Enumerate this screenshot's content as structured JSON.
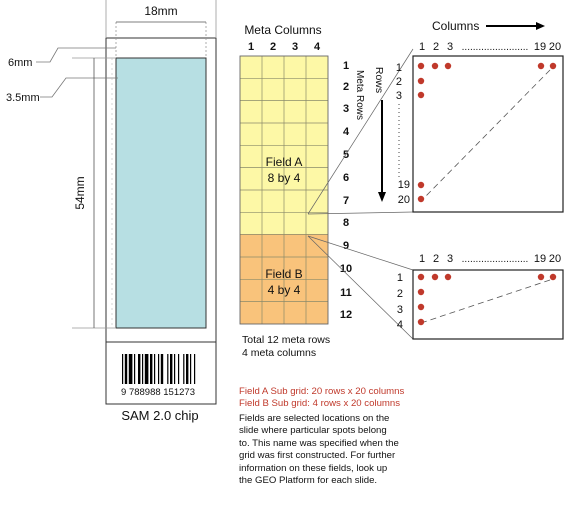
{
  "chip": {
    "width_label": "18mm",
    "top_margin_label": "6mm",
    "side_margin_label": "3.5mm",
    "height_label": "54mm",
    "barcode_text": "9 788988 151273",
    "chip_label": "SAM 2.0 chip"
  },
  "meta_grid": {
    "title": "Meta Columns",
    "column_labels": [
      "1",
      "2",
      "3",
      "4"
    ],
    "row_labels": [
      "1",
      "2",
      "3",
      "4",
      "5",
      "6",
      "7",
      "8",
      "9",
      "10",
      "11",
      "12"
    ],
    "meta_rows_label": "Meta Rows",
    "field_a_name": "Field A",
    "field_a_size": "8 by 4",
    "field_b_name": "Field B",
    "field_b_size": "4 by 4",
    "total_rows": "Total 12 meta rows",
    "total_columns": "4 meta columns",
    "field_a_color": "#fdf8a6",
    "field_b_color": "#f9c37b"
  },
  "subgrid_a": {
    "columns_title": "Columns",
    "rows_title": "Rows",
    "col_label_1": "1",
    "col_label_2": "2",
    "col_label_3": "3",
    "col_dots": "........................",
    "col_label_19": "19",
    "col_label_20": "20",
    "row_label_1": "1",
    "row_label_2": "2",
    "row_label_3": "3",
    "row_label_19": "19",
    "row_label_20": "20"
  },
  "subgrid_b": {
    "col_label_1": "1",
    "col_label_2": "2",
    "col_label_3": "3",
    "col_dots": "........................",
    "col_label_19": "19",
    "col_label_20": "20",
    "row_labels": [
      "1",
      "2",
      "3",
      "4"
    ]
  },
  "notes": {
    "field_a_subgrid": "Field A Sub grid: 20 rows x 20 columns",
    "field_b_subgrid": "Field B Sub grid: 4 rows x 20 columns",
    "description": "Fields are selected locations on the slide where particular spots belong to. This name was specified when the grid was first constructed. For further information on these fields, look up the GEO Platform for each slide."
  },
  "colors": {
    "chip_array": "#b7dfe3",
    "spot": "#c0392b",
    "note_text": "#c0392b"
  }
}
